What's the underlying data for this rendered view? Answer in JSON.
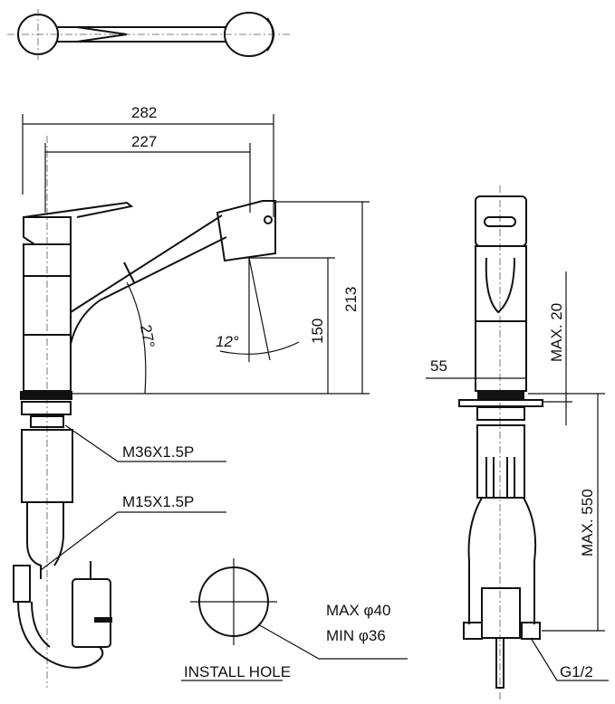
{
  "dimensions": {
    "overall_length": "282",
    "spout_reach": "227",
    "height_total": "213",
    "height_outlet": "150",
    "spout_angle": "27°",
    "head_angle": "12°",
    "body_width": "55",
    "max_deck": "MAX. 20",
    "max_hose": "MAX. 550"
  },
  "callouts": {
    "thread_main": "M36X1.5P",
    "thread_hose": "M15X1.5P",
    "connection": "G1/2"
  },
  "install_hole": {
    "title": "INSTALL HOLE",
    "max": "MAX φ40",
    "min": "MIN φ36"
  }
}
